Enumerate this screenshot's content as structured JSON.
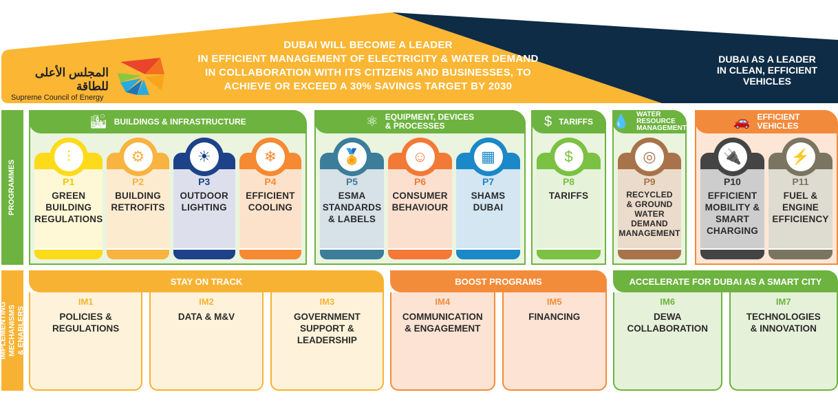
{
  "header": {
    "vision": "DUBAI WILL BECOME A LEADER\nIN EFFICIENT MANAGEMENT OF ELECTRICITY & WATER DEMAND\nIN COLLABORATION WITH ITS CITIZENS AND BUSINESSES, TO\nACHIEVE OR EXCEED A 30% SAVINGS TARGET BY 2030",
    "vehicles_vision": "DUBAI AS A LEADER\nIN CLEAN, EFFICIENT\nVEHICLES",
    "logo_arabic": "المجلس الأعلى للطاقة",
    "logo_english": "Supreme Council of Energy",
    "colors": {
      "yellow": "#FBB634",
      "navy": "#0E2C45"
    }
  },
  "side_labels": {
    "programmes": "PROGRAMMES",
    "implementing": "IMPLEMENTING\nMECHANISMS & ENABLERS"
  },
  "programme_groups": [
    {
      "title": "BUILDINGS & INFRASTRUCTURE",
      "icon": "city-icon",
      "glyph": "🏙",
      "color": "#6DB33F",
      "bg": "#EAF4DF",
      "cards": [
        {
          "code": "P1",
          "label": "GREEN\nBUILDING\nREGULATIONS",
          "icon": "sliders-icon",
          "glyph": "⫶",
          "color": "#FDDB1A",
          "body": "#FEF8D6",
          "codeColor": "#F5C400"
        },
        {
          "code": "P2",
          "label": "BUILDING\nRETROFITS",
          "icon": "gear-icon",
          "glyph": "⚙",
          "color": "#F8B340",
          "body": "#FDEBD0",
          "codeColor": "#F8B340"
        },
        {
          "code": "P3",
          "label": "OUTDOOR\nLIGHTING",
          "icon": "sun-icon",
          "glyph": "☀",
          "color": "#1D4289",
          "body": "#DDE0EC",
          "codeColor": "#1D4289"
        },
        {
          "code": "P4",
          "label": "EFFICIENT\nCOOLING",
          "icon": "snowflake-icon",
          "glyph": "❄",
          "color": "#F58A32",
          "body": "#FDE2CB",
          "codeColor": "#F58A32"
        }
      ]
    },
    {
      "title": "EQUIPMENT, DEVICES\n& PROCESSES",
      "icon": "circuit-icon",
      "glyph": "⚛",
      "color": "#6DB33F",
      "bg": "#EAF4DF",
      "cards": [
        {
          "code": "P5",
          "label": "ESMA\nSTANDARDS\n& LABELS",
          "icon": "award-icon",
          "glyph": "🏅",
          "color": "#3C7D99",
          "body": "#D6E1E8",
          "codeColor": "#3C7D99"
        },
        {
          "code": "P6",
          "label": "CONSUMER\nBEHAVIOUR",
          "icon": "head-idea-icon",
          "glyph": "☺",
          "color": "#F27A36",
          "body": "#FBE0D0",
          "codeColor": "#F27A36"
        },
        {
          "code": "P7",
          "label": "SHAMS\nDUBAI",
          "icon": "solar-panel-icon",
          "glyph": "▦",
          "color": "#1B88C7",
          "body": "#D3E6F2",
          "codeColor": "#1B88C7"
        }
      ]
    },
    {
      "title": "TARIFFS",
      "icon": "money-hand-icon",
      "glyph": "$",
      "color": "#6DB33F",
      "bg": "#EAF4DF",
      "cards": [
        {
          "code": "P8",
          "label": "TARIFFS",
          "icon": "dollar-search-icon",
          "glyph": "$",
          "color": "#7BC143",
          "body": "#E6F2DA",
          "codeColor": "#7BC143"
        }
      ]
    },
    {
      "title": "WATER\nRESOURCE\nMANAGEMENT",
      "icon": "water-drop-icon",
      "glyph": "💧",
      "color": "#6DB33F",
      "bg": "#EAF4DF",
      "cards": [
        {
          "code": "P9",
          "label": "RECYCLED\n& GROUND\nWATER\nDEMAND\nMANAGEMENT",
          "icon": "water-ripple-icon",
          "glyph": "◎",
          "color": "#A8734A",
          "body": "#EBDBCB",
          "codeColor": "#A8734A"
        }
      ]
    },
    {
      "title": "EFFICIENT\nVEHICLES",
      "icon": "electric-car-icon",
      "glyph": "🚗",
      "color": "#F28A3C",
      "bg": "#FDE6D6",
      "cards": [
        {
          "code": "P10",
          "label": "EFFICIENT\nMOBILITY &\nSMART\nCHARGING",
          "icon": "ev-plug-icon",
          "glyph": "🔌",
          "color": "#444444",
          "body": "#CDCDCD",
          "codeColor": "#333333"
        },
        {
          "code": "P11",
          "label": "FUEL &\nENGINE\nEFFICIENCY",
          "icon": "engine-icon",
          "glyph": "⚡",
          "color": "#7A7560",
          "body": "#DEDBD1",
          "codeColor": "#7A7560"
        }
      ]
    }
  ],
  "implementing_groups": [
    {
      "title": "STAY ON TRACK",
      "color": "#F8B233",
      "bg": "#FEF3DA",
      "cards": [
        {
          "code": "IM1",
          "label": "POLICIES &\nREGULATIONS"
        },
        {
          "code": "IM2",
          "label": "DATA & M&V"
        },
        {
          "code": "IM3",
          "label": "GOVERNMENT\nSUPPORT &\nLEADERSHIP"
        }
      ]
    },
    {
      "title": "BOOST PROGRAMS",
      "color": "#F28C3A",
      "bg": "#FCE3D3",
      "cards": [
        {
          "code": "IM4",
          "label": "COMMUNICATION\n& ENGAGEMENT"
        },
        {
          "code": "IM5",
          "label": "FINANCING"
        }
      ]
    },
    {
      "title": "ACCELERATE FOR DUBAI AS A SMART CITY",
      "color": "#6DB33F",
      "bg": "#E5F1D9",
      "cards": [
        {
          "code": "IM6",
          "label": "DEWA\nCOLLABORATION"
        },
        {
          "code": "IM7",
          "label": "TECHNOLOGIES\n& INNOVATION"
        }
      ]
    }
  ]
}
